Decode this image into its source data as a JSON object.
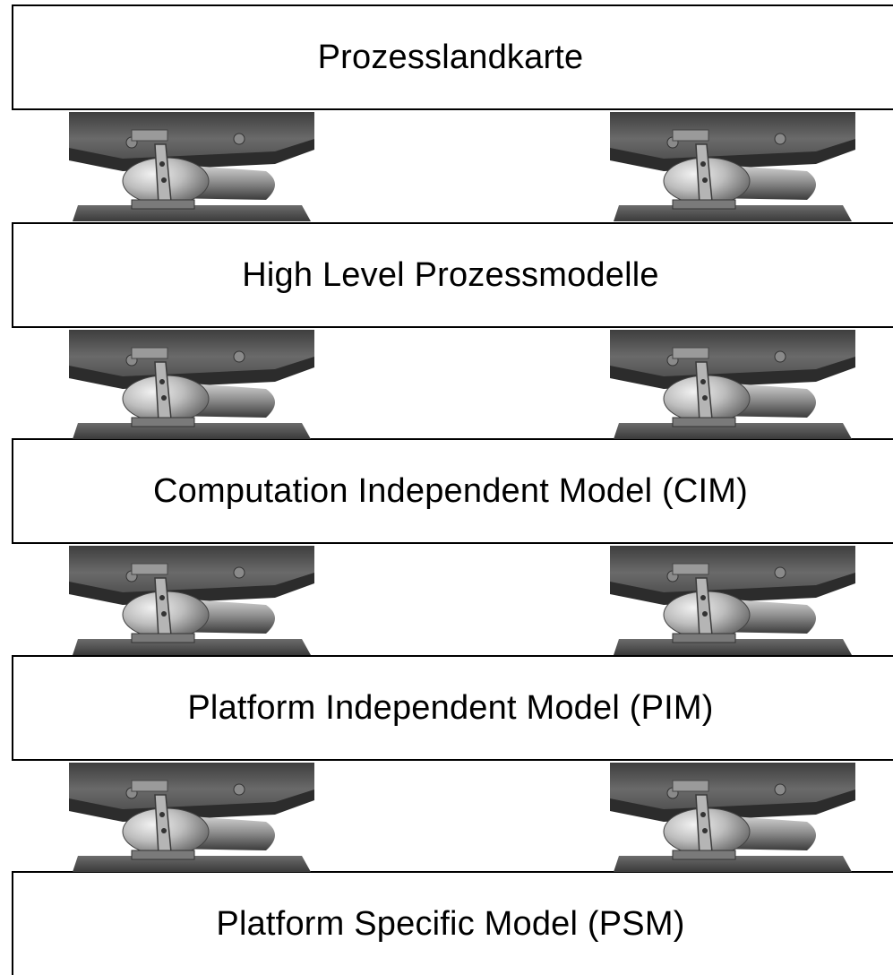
{
  "layers": [
    {
      "label": "Prozesslandkarte"
    },
    {
      "label": "High Level Prozessmodelle"
    },
    {
      "label": "Computation Independent Model (CIM)"
    },
    {
      "label": "Platform Independent Model (PIM)"
    },
    {
      "label": "Platform Specific Model (PSM)"
    }
  ],
  "connector_image": "elastomer-bearing-icon",
  "colors": {
    "box_border": "#000000",
    "background": "#ffffff",
    "steel_dark": "#5a5a5a",
    "steel_light": "#c8c8c8"
  }
}
